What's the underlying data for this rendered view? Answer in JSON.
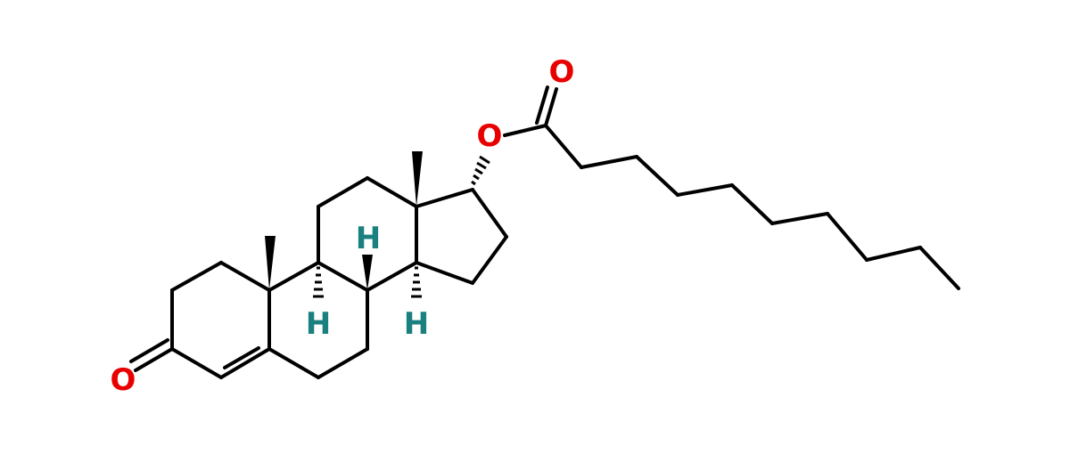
{
  "molecule": {
    "atoms": {
      "O_ketone": "O",
      "O_ester": "O",
      "O_carbonyl": "O",
      "H_8": "H",
      "H_9": "H",
      "H_14": "H"
    },
    "colors": {
      "bond": "#000000",
      "oxygen": "#e80000",
      "hydrogen": "#1a8080"
    }
  }
}
